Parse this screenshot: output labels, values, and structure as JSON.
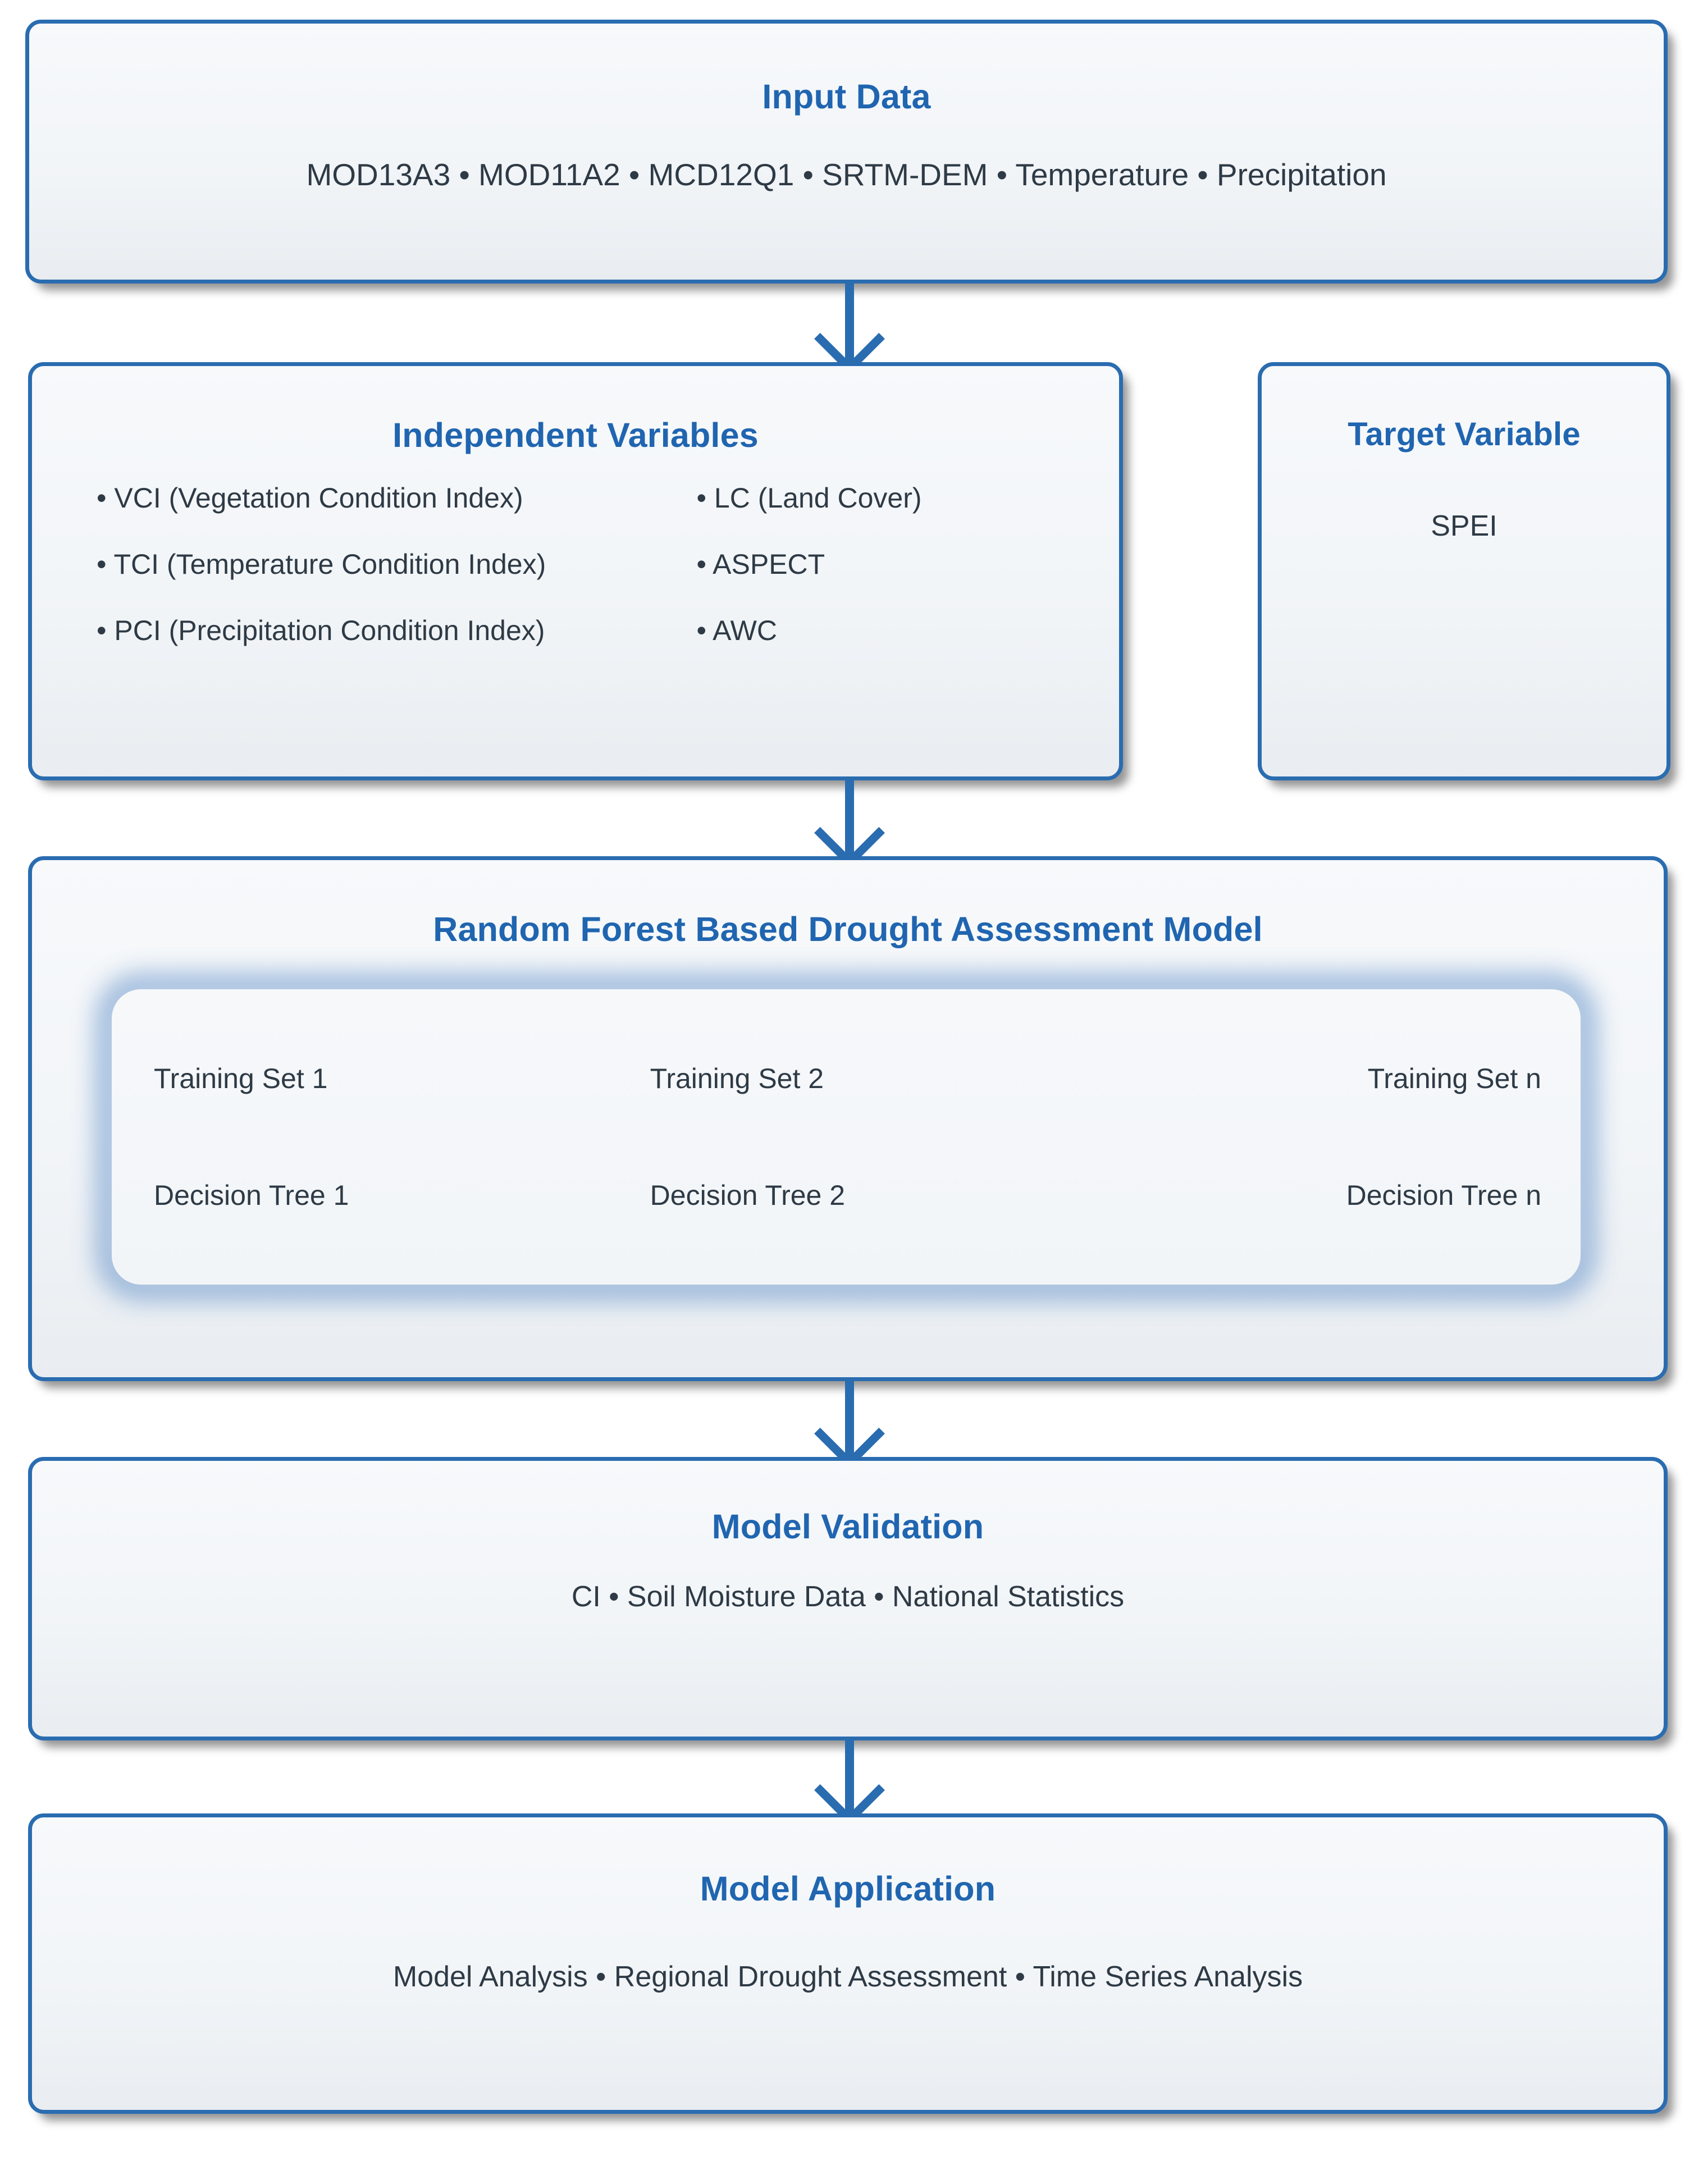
{
  "diagram": {
    "type": "flowchart",
    "accent_color": "#2a6cb0",
    "title_color": "#2065b0",
    "text_color": "#2e3a45",
    "box_fill": "#f2f5f8"
  },
  "input_data": {
    "title": "Input Data",
    "items_line": "MOD13A3 • MOD11A2 • MCD12Q1 • SRTM-DEM • Temperature • Precipitation",
    "items": [
      "MOD13A3",
      "MOD11A2",
      "MCD12Q1",
      "SRTM-DEM",
      "Temperature",
      "Precipitation"
    ]
  },
  "independent_variables": {
    "title": "Independent Variables",
    "items": [
      "• VCI (Vegetation Condition Index)",
      "• LC (Land Cover)",
      "• TCI (Temperature Condition Index)",
      "• ASPECT",
      "• PCI (Precipitation Condition Index)",
      "• AWC"
    ]
  },
  "target_variable": {
    "title": "Target Variable",
    "value": "SPEI"
  },
  "random_forest": {
    "title": "Random Forest Based Drought Assessment Model",
    "training_sets": [
      "Training Set 1",
      "Training Set 2",
      "Training Set n"
    ],
    "decision_trees": [
      "Decision Tree 1",
      "Decision Tree 2",
      "Decision Tree n"
    ]
  },
  "model_validation": {
    "title": "Model Validation",
    "items_line": "CI • Soil Moisture Data • National Statistics",
    "items": [
      "CI",
      "Soil Moisture Data",
      "National Statistics"
    ]
  },
  "model_application": {
    "title": "Model Application",
    "items_line": "Model Analysis • Regional Drought Assessment • Time Series Analysis",
    "items": [
      "Model Analysis",
      "Regional Drought Assessment",
      "Time Series Analysis"
    ]
  }
}
